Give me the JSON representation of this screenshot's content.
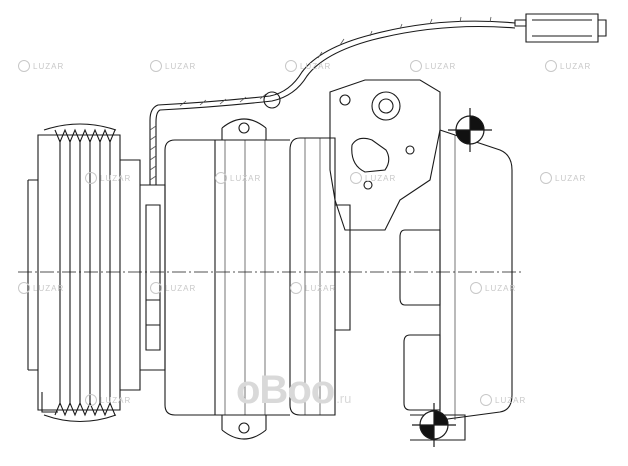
{
  "watermark": {
    "text": "LUZAR"
  },
  "logo": {
    "main": "oBoo",
    "tld": ".ru"
  },
  "colors": {
    "line": "#1a1a1a",
    "hatch": "#555555",
    "watermark": "#c8c8c8"
  }
}
